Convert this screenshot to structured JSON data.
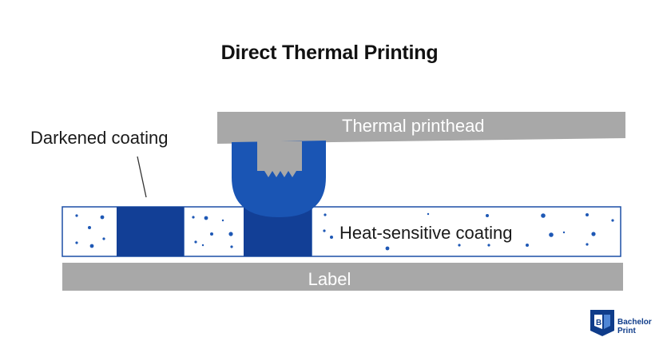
{
  "title": "Direct Thermal Printing",
  "labels": {
    "darkened_coating": "Darkened coating",
    "printhead": "Thermal printhead",
    "heat_sensitive": "Heat-sensitive coating",
    "label": "Label"
  },
  "brand": {
    "line1": "Bachelor",
    "line2": "Print"
  },
  "colors": {
    "dark_blue": "#123f96",
    "printhead_gray": "#a8a8a8",
    "outline_blue": "#1b4fa6",
    "dot_blue": "#1e58b5"
  }
}
